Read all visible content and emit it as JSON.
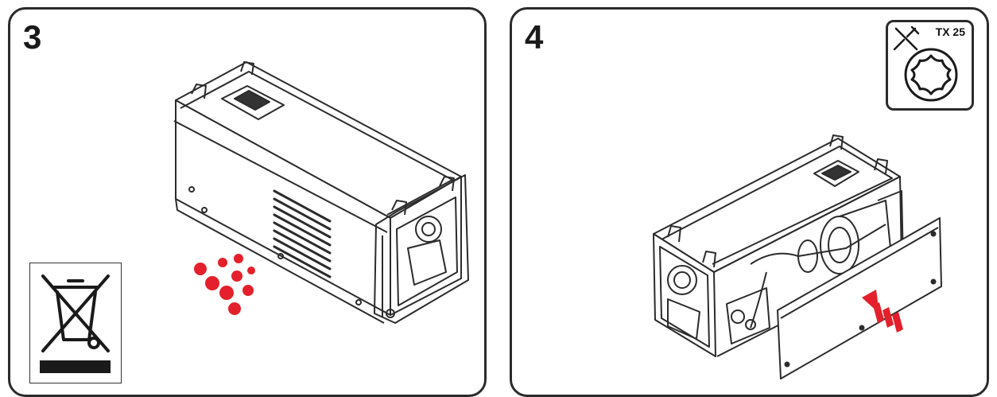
{
  "steps": [
    {
      "number": "3"
    },
    {
      "number": "4"
    }
  ],
  "tool": {
    "label": "TX 25",
    "icon": "screwdriver-wrench-icon",
    "bit_icon": "torx-bit-icon"
  },
  "disposal_symbol": {
    "icon": "crossed-out-wheelie-bin-icon"
  },
  "colors": {
    "outline": "#2b2b2b",
    "warning_dots": "#e3202b",
    "arrow": "#e3202b"
  }
}
